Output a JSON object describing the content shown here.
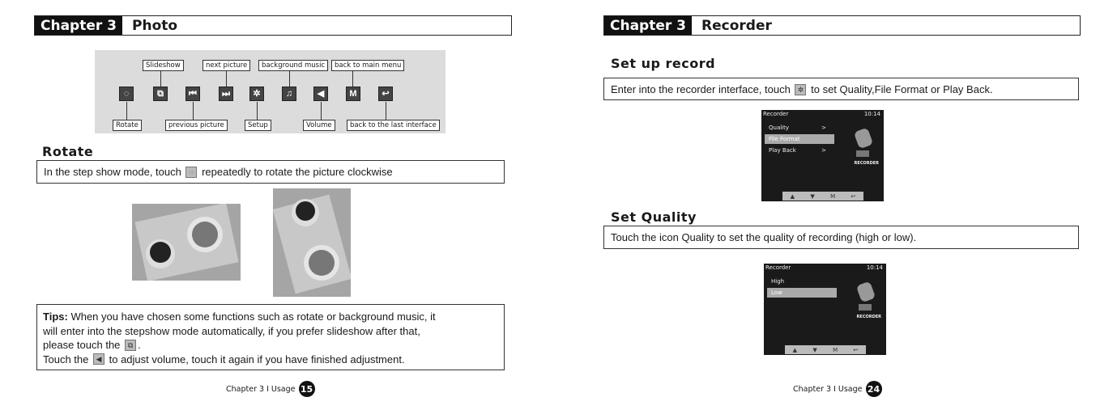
{
  "left_page": {
    "chapter_tag": "Chapter 3",
    "chapter_title": "Photo",
    "diagram": {
      "top_labels": [
        "Slideshow",
        "next picture",
        "background music",
        "back to main menu"
      ],
      "bottom_labels": [
        "Rotate",
        "previous picture",
        "Setup",
        "Volume",
        "back to the last interface"
      ],
      "icons": [
        "rotate-icon",
        "slideshow-icon",
        "previous-icon",
        "next-icon",
        "setup-icon",
        "music-icon",
        "volume-icon",
        "menu-icon",
        "back-icon"
      ],
      "icon_glyphs": [
        "◌",
        "⧉",
        "⏮",
        "⏭",
        "✲",
        "♫",
        "◀",
        "M",
        "↩"
      ]
    },
    "rotate_title": "Rotate",
    "rotate_text_a": "In the step show mode, touch",
    "rotate_text_b": "repeatedly to rotate the picture clockwise",
    "tips_label": "Tips:",
    "tips_line1": " When you have chosen some functions such as rotate or background music, it",
    "tips_line2": "will enter into the stepshow mode automatically, if you prefer slideshow after that,",
    "tips_line3a": "please touch the",
    "tips_line3b": ".",
    "tips_line4a": "Touch the",
    "tips_line4b": "to adjust volume, touch it again if you have finished adjustment.",
    "footer_text": "Chapter 3  I Usage",
    "page_number": "15"
  },
  "right_page": {
    "chapter_tag": "Chapter 3",
    "chapter_title": "Recorder",
    "setup_title": "Set up record",
    "setup_text_a": "Enter into the recorder interface, touch",
    "setup_text_b": "to set Quality,File Format or Play Back.",
    "screen1": {
      "title": "Recorder",
      "time": "10:14",
      "items": [
        "Quality",
        "File Format",
        "Play Back"
      ],
      "arrows": [
        ">",
        "",
        ">"
      ],
      "brand": "RECORDER",
      "bar": [
        "▲",
        "▼",
        "M",
        "↩"
      ]
    },
    "quality_title": "Set Quality",
    "quality_text": "Touch the icon Quality to set the quality of recording (high or low).",
    "screen2": {
      "title": "Recorder",
      "time": "10:14",
      "items": [
        "High",
        "Low"
      ],
      "brand": "RECORDER",
      "bar": [
        "▲",
        "▼",
        "M",
        "↩"
      ]
    },
    "footer_text": "Chapter 3  I Usage",
    "page_number": "24"
  }
}
